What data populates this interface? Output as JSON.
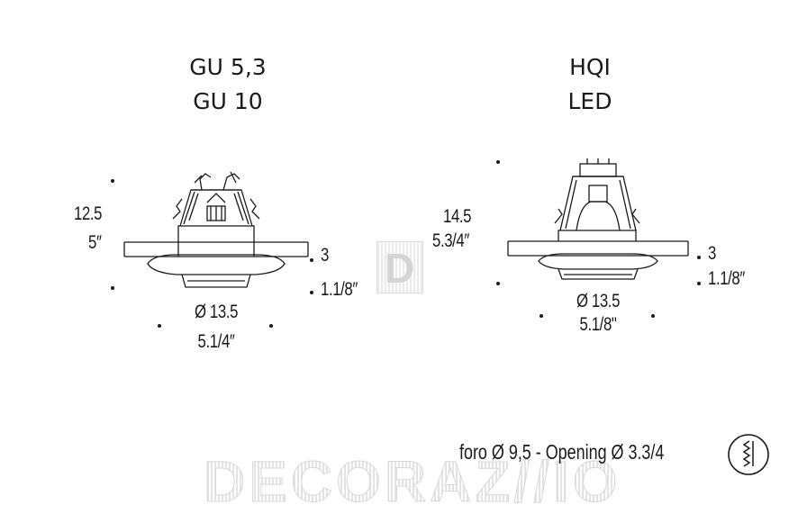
{
  "left": {
    "title_line1": "GU 5,3",
    "title_line2": "GU 10",
    "height_mm": "12.5",
    "height_in": "5″",
    "flange_mm": "3",
    "flange_in": "1.1/8″",
    "diameter_mm": "Ø 13.5",
    "diameter_in": "5.1/4″"
  },
  "right": {
    "title_line1": "HQI",
    "title_line2": "LED",
    "height_mm": "14.5",
    "height_in": "5.3/4″",
    "flange_mm": "3",
    "flange_in": "1.1/8″",
    "diameter_mm": "Ø 13.5",
    "diameter_in": "5.1/8\""
  },
  "footer": {
    "cutout_text": "foro Ø 9,5 - Opening Ø 3.3/4"
  },
  "watermark": {
    "text": "DECORAZ//IO",
    "logo_letter": "D"
  },
  "colors": {
    "ink": "#1a1a1a",
    "watermark": "#d0d0d0"
  },
  "icons": {
    "cutout_icon": "hole-saw-icon"
  }
}
